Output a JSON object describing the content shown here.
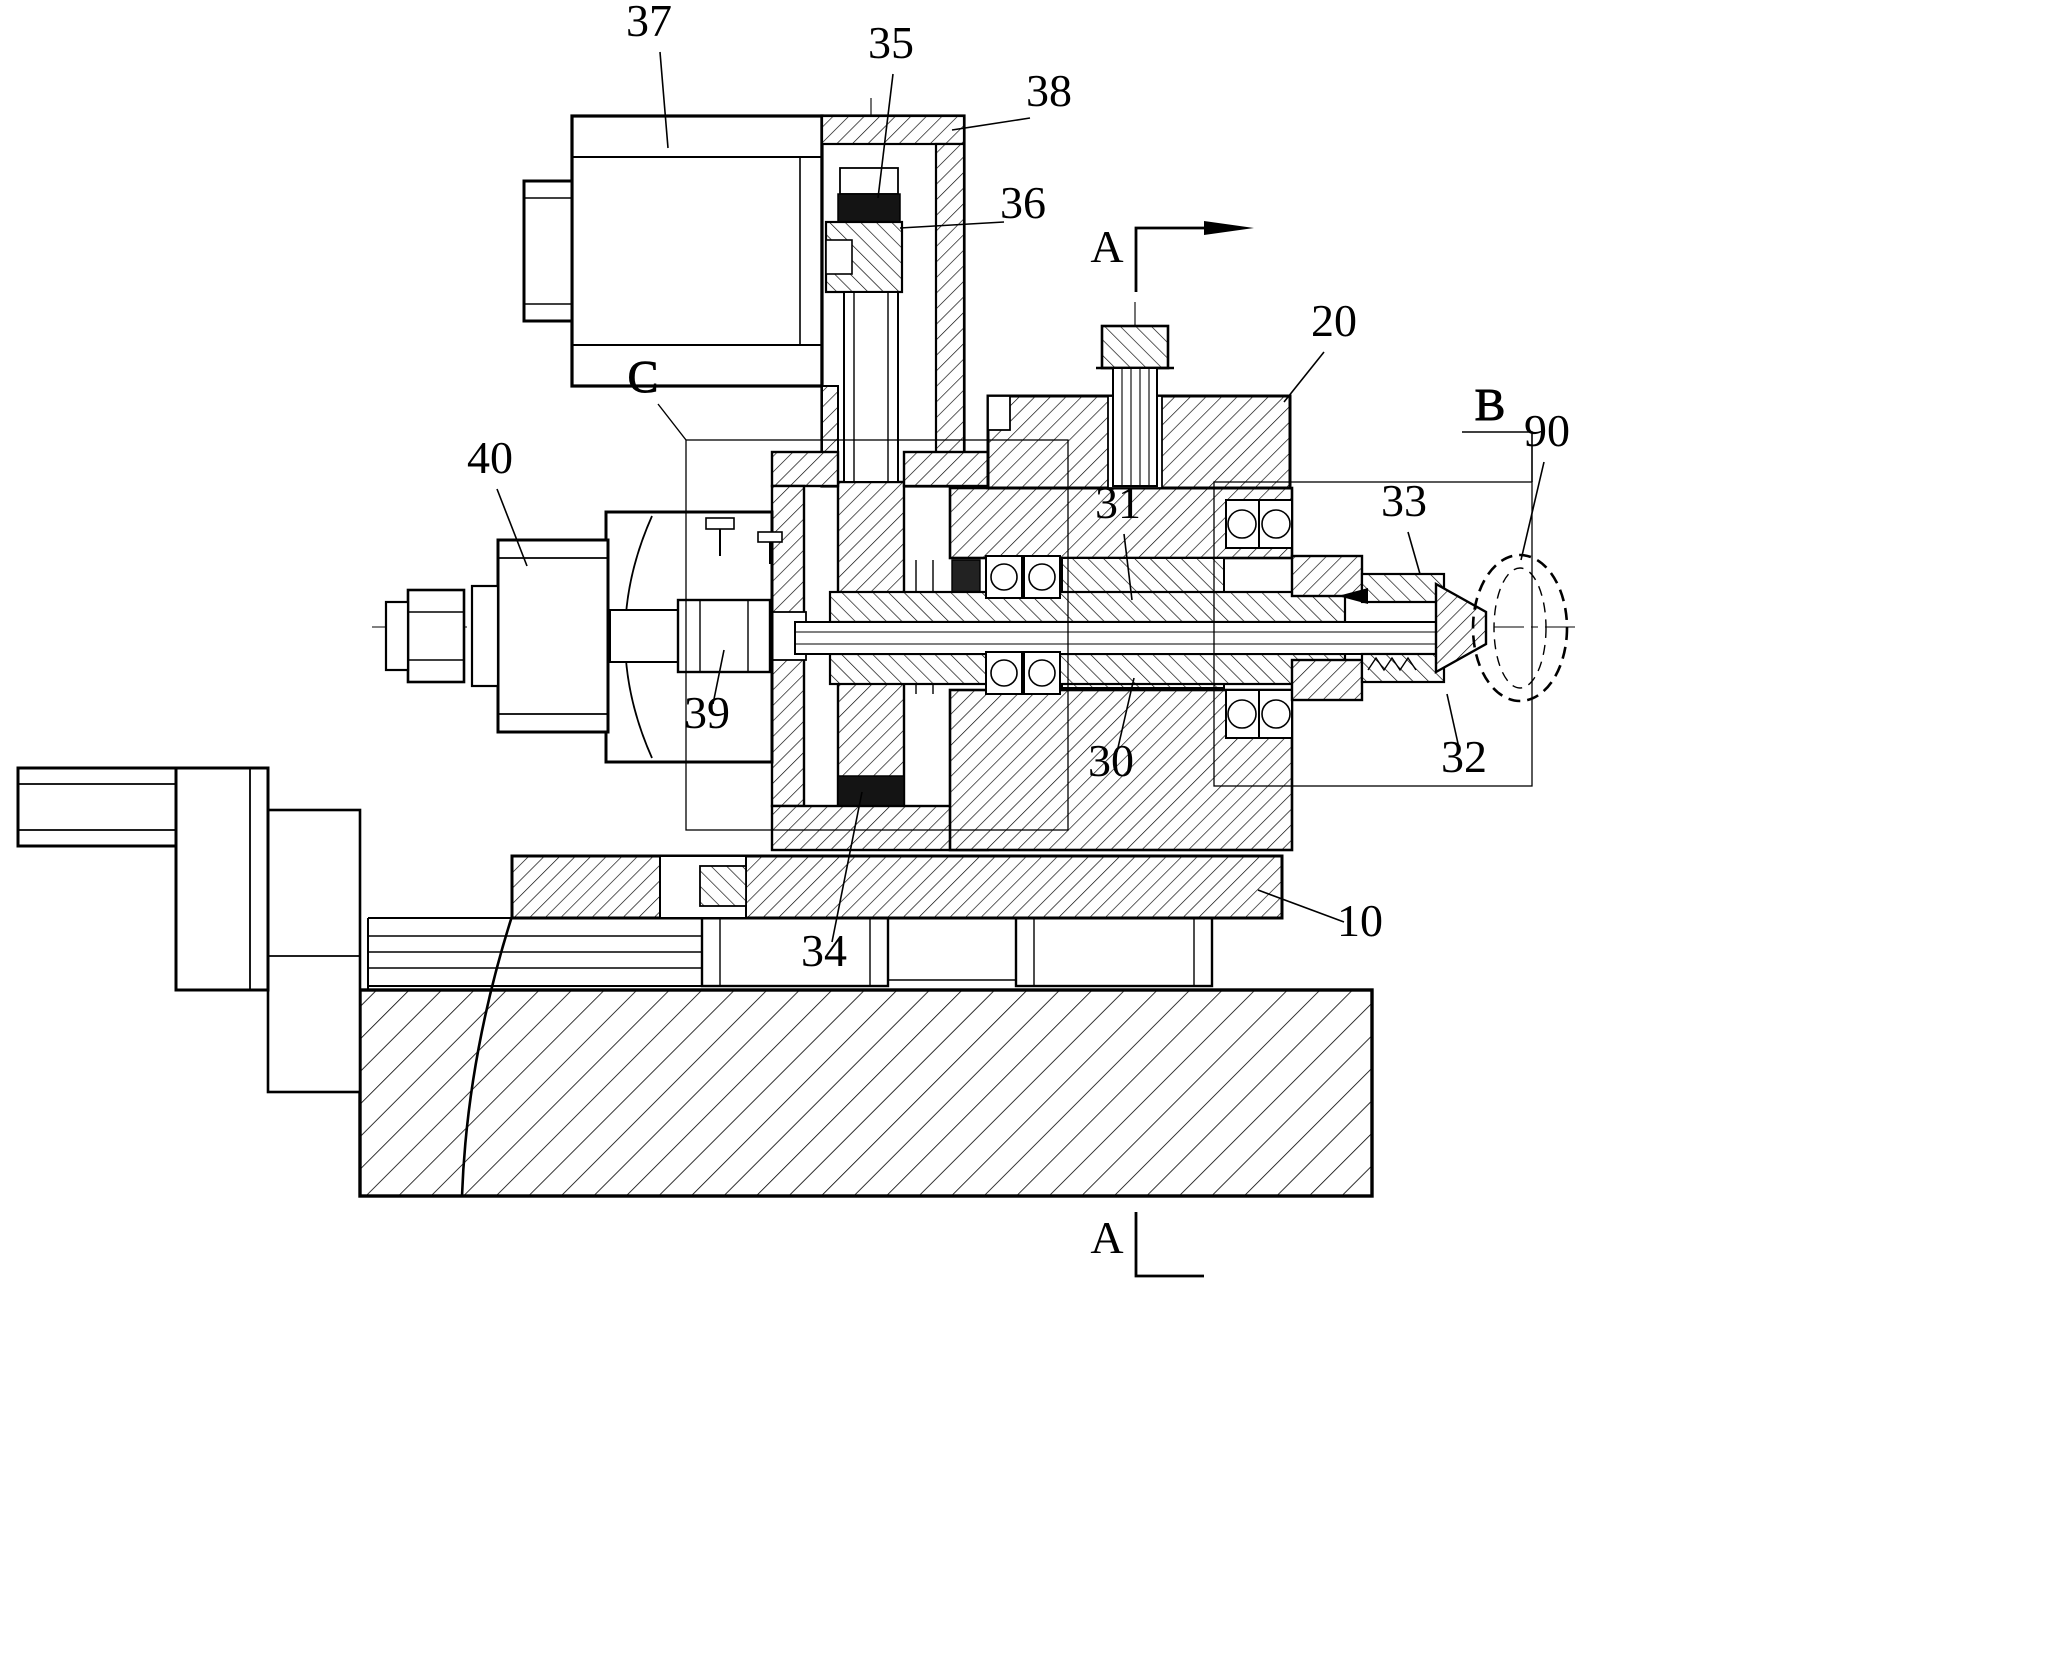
{
  "figure": {
    "callouts": {
      "n37": "37",
      "n35": "35",
      "n38": "38",
      "n36": "36",
      "n20": "20",
      "n90": "90",
      "n33": "33",
      "n40": "40",
      "n39": "39",
      "n31": "31",
      "n30": "30",
      "n32": "32",
      "n34": "34",
      "n10": "10",
      "section_a_top": "A",
      "section_a_bottom": "A",
      "detail_b": "B",
      "detail_c": "C"
    }
  }
}
